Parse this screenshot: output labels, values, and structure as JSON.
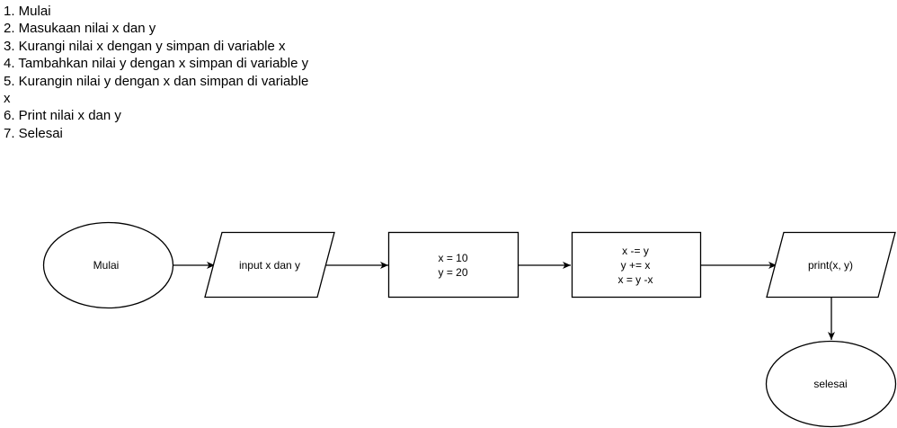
{
  "steps": [
    "1. Mulai",
    "2. Masukaan nilai x dan y",
    "3. Kurangi nilai x dengan y simpan di variable x",
    "4. Tambahkan nilai y dengan x simpan di variable y",
    "5. Kurangin nilai y dengan x dan simpan di variable x",
    "6. Print nilai x dan y",
    "7. Selesai"
  ],
  "flowchart": {
    "start": {
      "label": "Mulai"
    },
    "input": {
      "label": "input x dan y"
    },
    "assign": {
      "line1": "x = 10",
      "line2": "y = 20"
    },
    "swap": {
      "line1": "x -= y",
      "line2": "y += x",
      "line3": "x = y -x"
    },
    "output": {
      "label": "print(x, y)"
    },
    "end": {
      "label": "selesai"
    }
  }
}
